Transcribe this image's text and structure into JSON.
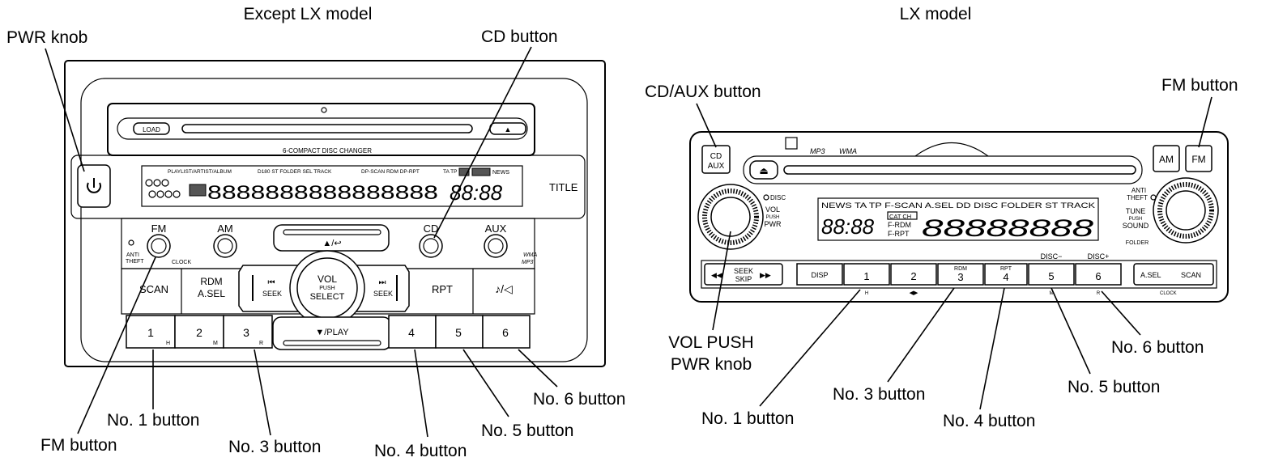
{
  "left": {
    "title": "Except LX model",
    "callouts": {
      "pwr_knob": "PWR knob",
      "cd_button": "CD button",
      "no1": "No. 1 button",
      "fm": "FM button",
      "no3": "No. 3 button",
      "no4": "No. 4 button",
      "no5": "No. 5 button",
      "no6": "No. 6 button"
    },
    "panel": {
      "load": "LOAD",
      "eject": "▲",
      "changer": "6-COMPACT  DISC  CHANGER",
      "title_btn": "TITLE",
      "disp_top_a": "PLAYLIST/ARTIST/ALBUM",
      "disp_top_b": "D180 ST FOLDER  SEL TRACK",
      "disp_top_c": "DP-SCAN RDM DP-RPT",
      "disp_top_d": "TA TP",
      "disp_top_e": "NEWS",
      "segments": "8888888888888888",
      "clock": "88:88",
      "fm": "FM",
      "am": "AM",
      "cd": "CD",
      "aux": "AUX",
      "anti": "ANTI",
      "theft": "THEFT",
      "clock_lbl": "CLOCK",
      "scan": "SCAN",
      "rdm": "RDM",
      "asel": "A.SEL",
      "rpt": "RPT",
      "sound_icon": "♪/◁",
      "up": "▲/↩",
      "play": "▼/PLAY",
      "seek_l": "SEEK",
      "seek_r": "SEEK",
      "vol": "VOL",
      "push": "PUSH",
      "select": "SELECT",
      "wma": "WMA",
      "mp3": "MP3",
      "presets": [
        "1",
        "2",
        "3",
        "4",
        "5",
        "6"
      ],
      "preset_sub": [
        "H",
        "M",
        "R"
      ]
    }
  },
  "right": {
    "title": "LX model",
    "callouts": {
      "cdaux": "CD/AUX button",
      "fm": "FM button",
      "vol1": "VOL PUSH",
      "vol2": "PWR knob",
      "no1": "No. 1 button",
      "no3": "No. 3 button",
      "no4": "No. 4 button",
      "no5": "No. 5 button",
      "no6": "No. 6 button"
    },
    "panel": {
      "cd": "CD",
      "aux": "AUX",
      "am": "AM",
      "fm": "FM",
      "mp3": "MP3",
      "wma": "WMA",
      "disc_lbl": "DISC",
      "vol": "VOL",
      "push": "PUSH",
      "pwr": "PWR",
      "anti": "ANTI",
      "theft": "THEFT",
      "tune": "TUNE",
      "push2": "PUSH",
      "sound": "SOUND",
      "folder": "FOLDER",
      "disp_top": "NEWS  TA  TP  F-SCAN   A.SEL  DD     DISC   FOLDER  ST  TRACK",
      "cat_ch": "CAT  CH",
      "frdm": "F-RDM",
      "frpt": "F-RPT",
      "clock": "88:88",
      "segments": "88888888",
      "seek": "SEEK",
      "skip": "SKIP",
      "disp": "DISP",
      "presets": [
        "1",
        "2",
        "3",
        "4",
        "5",
        "6"
      ],
      "rdm": "RDM",
      "rpt": "RPT",
      "disc_minus": "DISC−",
      "disc_plus": "DISC+",
      "asel": "A.SEL",
      "scan": "SCAN",
      "clock_lbl": "CLOCK",
      "sub_h": "H",
      "sub_m": "M",
      "sub_r": "R"
    }
  }
}
